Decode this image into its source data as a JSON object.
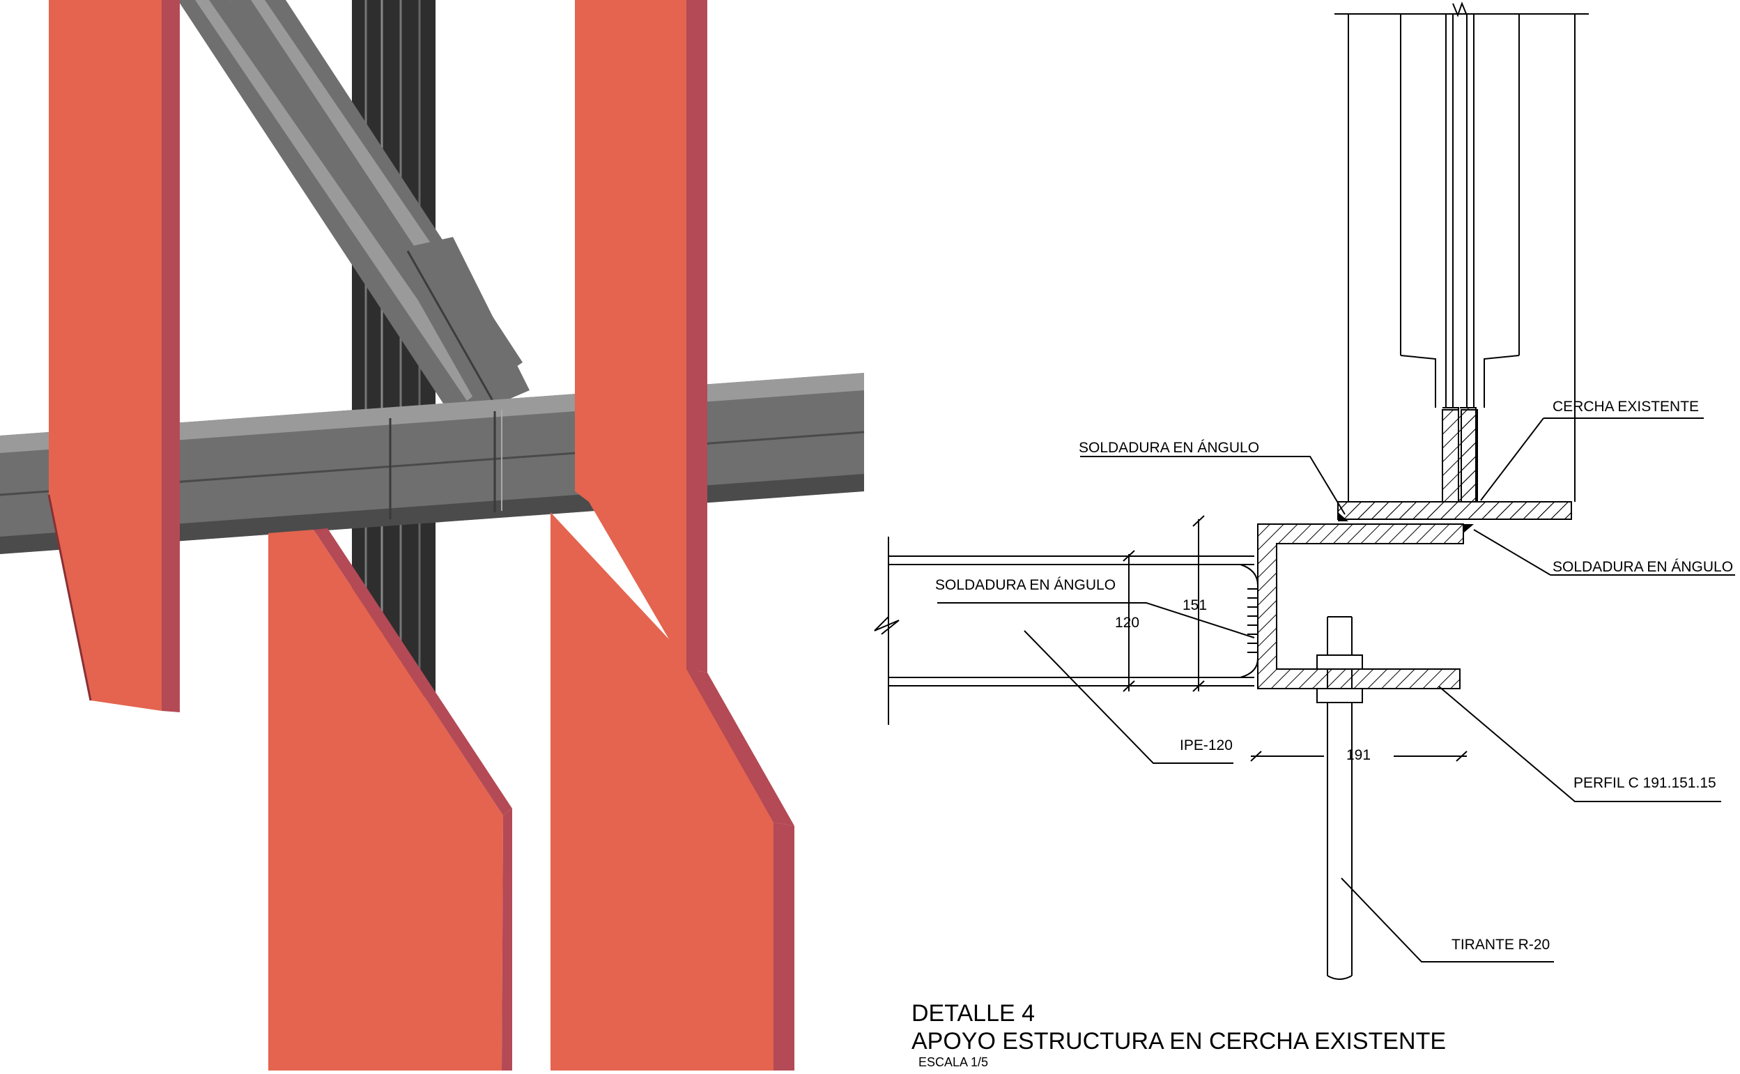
{
  "rendering": {
    "colors": {
      "plate_red": "#e4644f",
      "plate_edge": "#b34a55",
      "steel_gray": "#6f6f6f",
      "steel_dark": "#2e2e2e",
      "steel_light": "#9a9a9a"
    }
  },
  "drawing": {
    "labels": {
      "cercha_existente": "CERCHA EXISTENTE",
      "soldadura_top": "SOLDADURA EN ÁNGULO",
      "soldadura_right": "SOLDADURA EN ÁNGULO",
      "soldadura_left": "SOLDADURA EN ÁNGULO",
      "ipe": "IPE-120",
      "perfil_c": "PERFIL C 191.151.15",
      "tirante": "TIRANTE  R-20"
    },
    "dimensions": {
      "d151": "151",
      "d120": "120",
      "d191": "191"
    },
    "title": {
      "line1": "DETALLE 4",
      "line2": "APOYO ESTRUCTURA EN CERCHA EXISTENTE",
      "scale": "ESCALA 1/5"
    }
  }
}
